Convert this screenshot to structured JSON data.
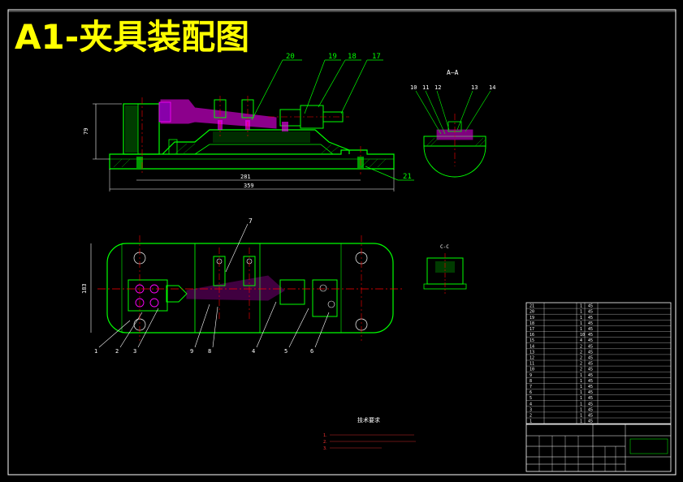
{
  "title": "A1-夹具装配图",
  "section_label": "A—A",
  "section_label_c": "C-C",
  "callouts_top": [
    "20",
    "19",
    "18",
    "17",
    "21"
  ],
  "callouts_section": [
    "10",
    "11",
    "12",
    "13",
    "14"
  ],
  "callout_7": "7",
  "callouts_bottom": [
    "1",
    "2",
    "3",
    "9",
    "8",
    "4",
    "5",
    "6"
  ],
  "dims_top": {
    "height": "79",
    "inner": "281",
    "overall": "359"
  },
  "dim_bottom_left": "183",
  "tech_title": "技术要求",
  "tech_notes": [
    "1.",
    "2.",
    "3."
  ],
  "colors": {
    "background": "#000000",
    "frame": "#ffffff",
    "title": "#ffff00",
    "outline": "#00ff00",
    "center": "#ff0000",
    "part": "#ff00ff",
    "dim": "#ffffff",
    "leader": "#00ff00"
  },
  "bom_rows": [
    [
      "21",
      "",
      "1",
      "45",
      ""
    ],
    [
      "20",
      "",
      "1",
      "45",
      ""
    ],
    [
      "19",
      "",
      "1",
      "45",
      ""
    ],
    [
      "18",
      "",
      "1",
      "45",
      ""
    ],
    [
      "17",
      "",
      "1",
      "45",
      ""
    ],
    [
      "16",
      "",
      "10",
      "45",
      ""
    ],
    [
      "15",
      "",
      "4",
      "45",
      ""
    ],
    [
      "14",
      "",
      "2",
      "45",
      ""
    ],
    [
      "13",
      "",
      "2",
      "45",
      ""
    ],
    [
      "12",
      "",
      "2",
      "45",
      ""
    ],
    [
      "11",
      "",
      "2",
      "45",
      ""
    ],
    [
      "10",
      "",
      "2",
      "45",
      ""
    ],
    [
      "9",
      "",
      "1",
      "45",
      ""
    ],
    [
      "8",
      "",
      "1",
      "45",
      ""
    ],
    [
      "7",
      "",
      "1",
      "45",
      ""
    ],
    [
      "6",
      "",
      "1",
      "45",
      ""
    ],
    [
      "5",
      "",
      "1",
      "45",
      ""
    ],
    [
      "4",
      "",
      "1",
      "45",
      ""
    ],
    [
      "3",
      "",
      "1",
      "45",
      ""
    ],
    [
      "2",
      "",
      "1",
      "45",
      ""
    ],
    [
      "1",
      "",
      "1",
      "45",
      ""
    ]
  ]
}
